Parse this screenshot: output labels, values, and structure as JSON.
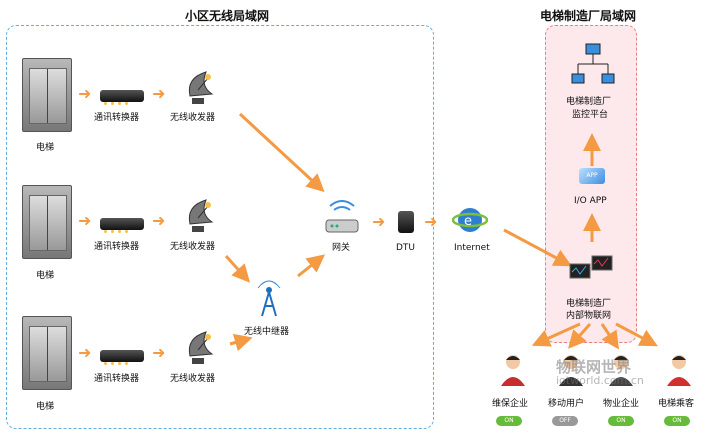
{
  "titles": {
    "community_lan": "小区无线局域网",
    "factory_lan": "电梯制造厂局域网"
  },
  "labels": {
    "elevator": "电梯",
    "converter": "通讯转换器",
    "transceiver": "无线收发器",
    "repeater": "无线中继器",
    "gateway": "网关",
    "dtu": "DTU",
    "internet": "Internet",
    "monitor_line1": "电梯制造厂",
    "monitor_line2": "监控平台",
    "io_app": "I/O APP",
    "iot_line1": "电梯制造厂",
    "iot_line2": "内部物联网",
    "maintenance": "维保企业",
    "mobile_user": "移动用户",
    "property": "物业企业",
    "passenger": "电梯乘客"
  },
  "toggles": [
    "ON",
    "OFF",
    "ON",
    "ON"
  ],
  "watermark": {
    "line1": "物联网世界",
    "line2": "iotworld.com.cn"
  },
  "colors": {
    "arrow": "#f39a43",
    "left_border": "#62aee0",
    "right_border": "#e98080",
    "right_fill": "#fde9ec",
    "toggle_on": "#66bb3a"
  },
  "icons": [
    "elevator-icon",
    "converter-icon",
    "satellite-dish-icon",
    "router-icon",
    "dtu-icon",
    "internet-globe-icon",
    "network-computers-icon",
    "app-icon",
    "monitor-icon",
    "person-icon"
  ]
}
